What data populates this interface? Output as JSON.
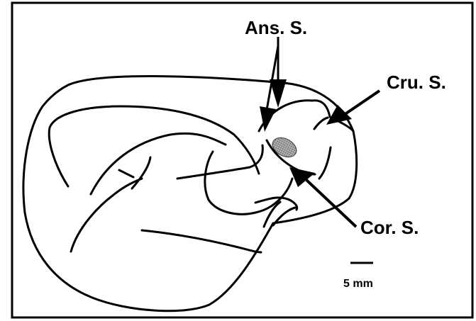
{
  "labels": {
    "ansate": "Ans. S.",
    "cruciate": "Cru. S.",
    "coronal": "Cor. S."
  },
  "scale_bar": {
    "label": "5 mm"
  },
  "colors": {
    "line": "#000000",
    "background": "#ffffff",
    "lesion_fill": "#8c8c8c"
  }
}
